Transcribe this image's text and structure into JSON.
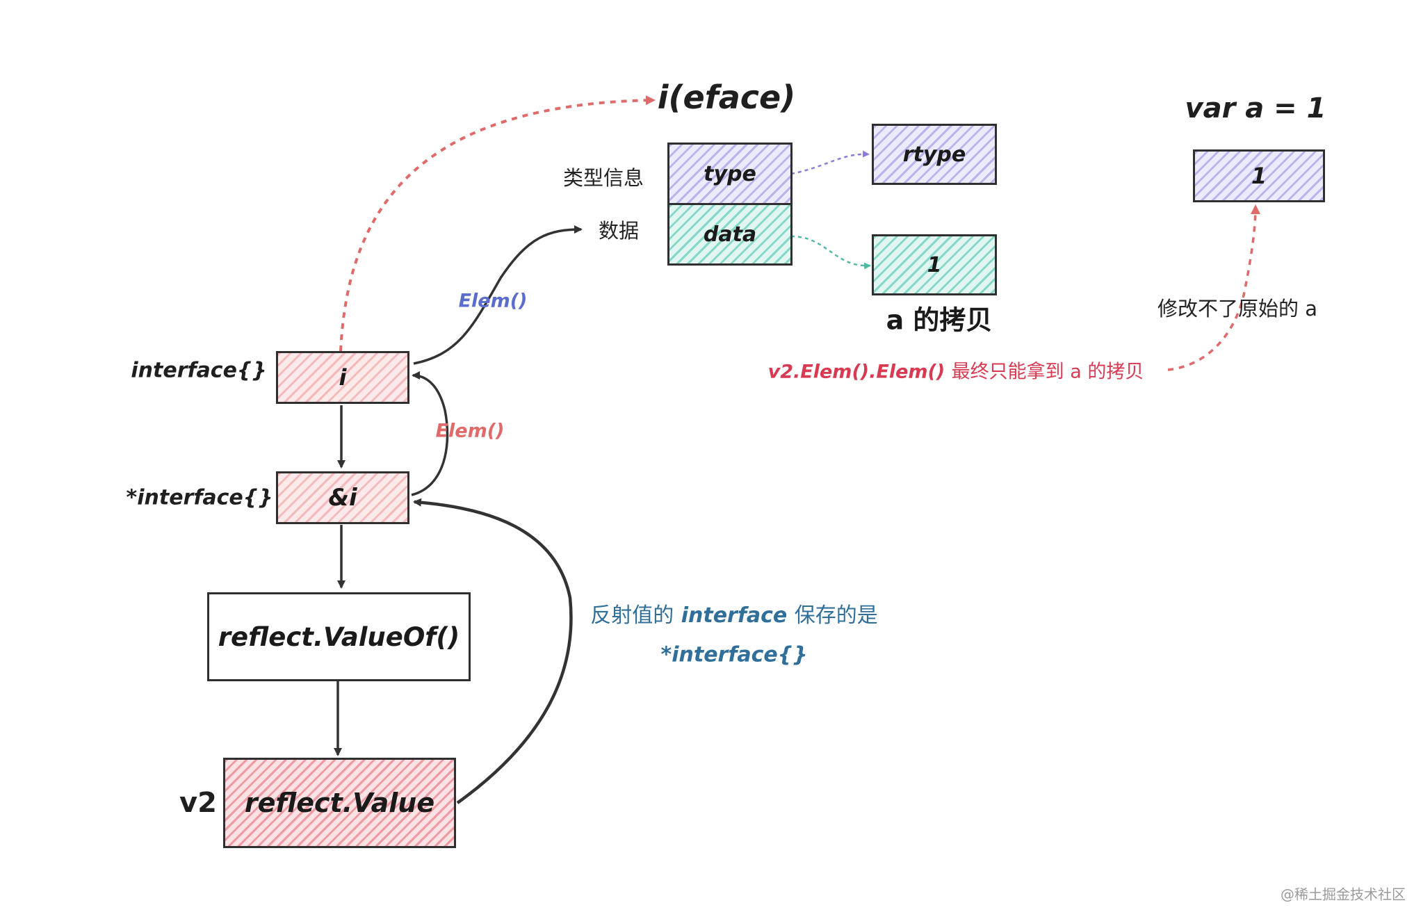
{
  "title": "i(eface)",
  "top_right_title": "var a = 1",
  "boxes": {
    "type": "type",
    "data": "data",
    "rtype": "rtype",
    "copy_one": "1",
    "a_one": "1",
    "i": "i",
    "amp_i": "&i",
    "valueof": "reflect.ValueOf()",
    "value": "reflect.Value"
  },
  "labels": {
    "type_info": "类型信息",
    "data_cn": "数据",
    "copy_of_a": "a 的拷贝",
    "cannot_modify": "修改不了原始的 a",
    "elem_chain_code": "v2.Elem().Elem()",
    "elem_chain_text": "最终只能拿到 a 的拷贝",
    "elem_blue": "Elem()",
    "elem_red": "Elem()",
    "interface_type": "interface{}",
    "ptr_interface_type": "*interface{}",
    "v2": "v2",
    "reflect_note_1_prefix": "反射值的",
    "reflect_note_1_code": "interface",
    "reflect_note_1_suffix": "保存的是",
    "reflect_note_2": "*interface{}",
    "watermark": "@稀土掘金技术社区"
  },
  "colors": {
    "pink_hatch": "#f3b9bd",
    "purple_hatch": "#b9b4ec",
    "teal_hatch": "#86d8c6",
    "red_accent": "#d83a52",
    "blue_accent": "#5b6dcc",
    "note_blue": "#2f6f9a",
    "dash_red": "#e06a6a",
    "dash_purple": "#8c7cd8",
    "dash_teal": "#4fb9a4"
  }
}
